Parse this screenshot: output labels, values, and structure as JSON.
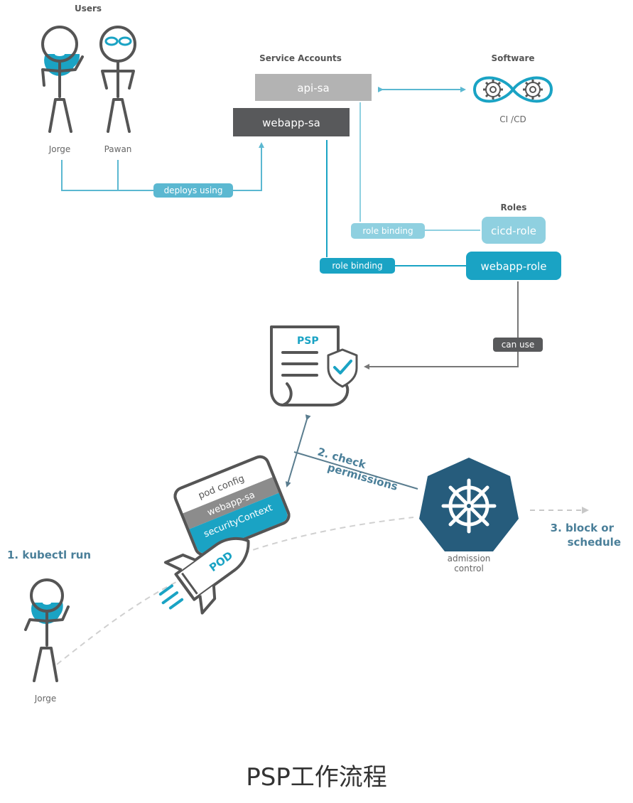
{
  "users": {
    "title": "Users",
    "user1": "Jorge",
    "user2": "Pawan",
    "edge_label": "deploys using"
  },
  "service_accounts": {
    "title": "Service Accounts",
    "api_sa": "api-sa",
    "webapp_sa": "webapp-sa"
  },
  "software": {
    "title": "Software",
    "label": "CI /CD"
  },
  "roles": {
    "title": "Roles",
    "cicd_role": "cicd-role",
    "webapp_role": "webapp-role",
    "binding_label_1": "role binding",
    "binding_label_2": "role binding",
    "can_use": "can use"
  },
  "psp": {
    "label": "PSP"
  },
  "pod_config": {
    "title": "pod config",
    "sa": "webapp-sa",
    "ctx": "securityContext"
  },
  "pod": {
    "label": "POD"
  },
  "flow": {
    "step1": "1. kubectl run",
    "step2_line1": "2. check",
    "step2_line2": "permissions",
    "step3_line1": "3. block or",
    "step3_line2": "schedule",
    "admission_line1": "admission",
    "admission_line2": "control",
    "user_bottom": "Jorge"
  },
  "caption": "PSP工作流程",
  "colors": {
    "teal": "#1aa3c4",
    "light_teal": "#8fd0e0",
    "mid_teal": "#5bb8d1",
    "dark_gray": "#58595b",
    "light_gray": "#b3b3b3",
    "navy": "#265c7c",
    "text_gray": "#666666"
  }
}
